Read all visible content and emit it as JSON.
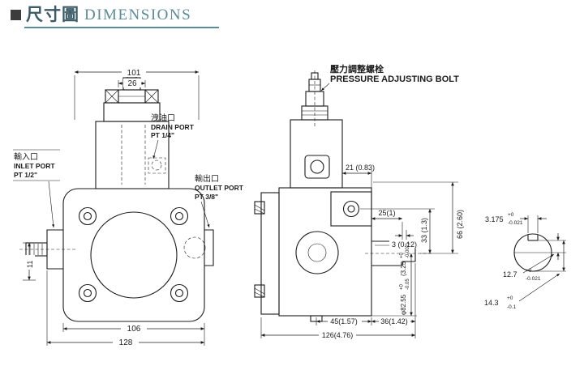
{
  "colors": {
    "ink": "#1b1b1b",
    "title-cjk": "#3b5a66",
    "title-en": "#5a8b99"
  },
  "header": {
    "title_cjk": "尺寸圖",
    "title_en": "DIMENSIONS"
  },
  "front_view": {
    "dim_top_width": "101",
    "dim_cap_width": "26",
    "dim_inlet_offset": "11",
    "dim_flange_width": "106",
    "dim_overall_width": "128",
    "drain_port": {
      "cjk": "洩油口",
      "name": "DRAIN PORT",
      "size": "PT 1/4\""
    },
    "inlet_port": {
      "cjk": "輸入口",
      "name": "INLET PORT",
      "size": "PT 1/2\""
    },
    "outlet_port": {
      "cjk": "輸出口",
      "name": "OUTLET PORT",
      "size": "PT 3/8\""
    }
  },
  "side_view": {
    "adjust_bolt": {
      "cjk": "壓力調整螺栓",
      "name": "PRESSURE ADJUSTING BOLT"
    },
    "dim_port_block": "21 (0.83)",
    "dim_port_to_center": "66 (2.60)",
    "dim_shaft_length": "25(1)",
    "dim_key_offset": "33 (1.3)",
    "dim_shaft_step": "3 (0.12)",
    "pilot_dia": {
      "mm": "φ82.55",
      "mm_tol_top": "+0",
      "mm_tol_bot": "-0.05",
      "inch": "(3.25",
      "inch_tol_top": "+0",
      "inch_tol_bot": "-0.002)"
    },
    "dim_body_bottom": "45(1.57)",
    "dim_shaft_bottom": "36(1.42)",
    "dim_overall": "126(4.76)"
  },
  "shaft_detail": {
    "key_width": {
      "mm": "3.175",
      "tol_top": "+0",
      "tol_bot": "-0.021"
    },
    "key_depth": {
      "mm": "12.7",
      "tol_top": "+0",
      "tol_bot": "-0.021"
    },
    "shaft_flat": {
      "mm": "14.3",
      "tol_top": "+0",
      "tol_bot": "-0.1"
    }
  }
}
